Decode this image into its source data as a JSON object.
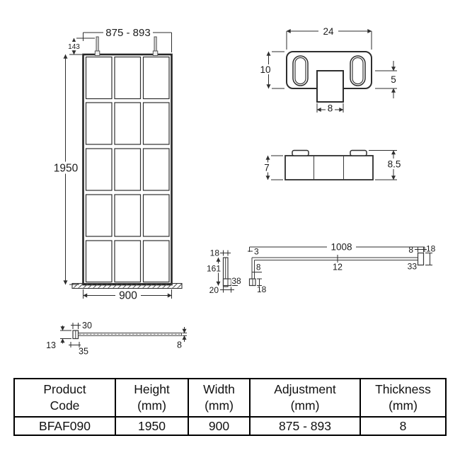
{
  "drawing": {
    "front_view": {
      "adjustment_width": "875 - 893",
      "pin_height": "143",
      "height": "1950",
      "width": "900"
    },
    "wall_bracket_plan": {
      "width": "24",
      "depth": "10",
      "notch_drop": "5",
      "notch_width": "8"
    },
    "wall_bracket_side": {
      "body_height": "7",
      "overall_height": "8.5"
    },
    "support_arm": {
      "post_top_width": "18",
      "post_height": "161",
      "post_foot_height": "38",
      "post_foot_width": "20",
      "bar_length": "1008",
      "bar_thickness": "3",
      "leg_width": "8",
      "leg_foot_height": "18",
      "bar_mid_offset": "12",
      "end_width": "8",
      "end_height": "18",
      "end_inset": "33"
    },
    "panel_plan": {
      "clamp_top_width": "30",
      "clamp_depth": "13",
      "clamp_bottom_width": "35",
      "glass_thickness": "8"
    }
  },
  "table": {
    "headers": [
      {
        "line1": "Product",
        "line2": "Code"
      },
      {
        "line1": "Height",
        "line2": "(mm)"
      },
      {
        "line1": "Width",
        "line2": "(mm)"
      },
      {
        "line1": "Adjustment",
        "line2": "(mm)"
      },
      {
        "line1": "Thickness",
        "line2": "(mm)"
      }
    ],
    "row": {
      "product_code": "BFAF090",
      "height": "1950",
      "width": "900",
      "adjustment": "875 - 893",
      "thickness": "8"
    }
  }
}
